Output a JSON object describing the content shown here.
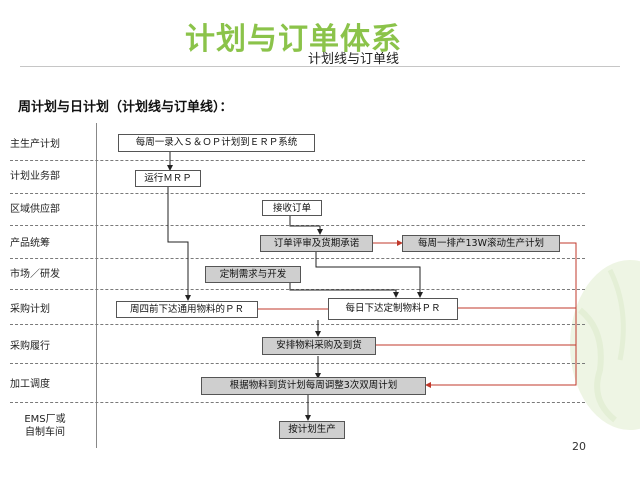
{
  "title": "计划与订单体系",
  "subtitle": "计划线与订单线",
  "heading": "周计划与日计划（计划线与订单线）：",
  "lanes": [
    "主生产计划",
    "计划业务部",
    "区域供应部",
    "产品统筹",
    "市场／研发",
    "采购计划",
    "采购履行",
    "加工调度",
    "EMS厂或\n自制车间"
  ],
  "boxes": {
    "weekly_sop": "每周一录入Ｓ＆ＯＰ计划到ＥＲＰ系统",
    "run_mrp": "运行ＭＲＰ",
    "receive_order": "接收订单",
    "order_review": "订单评审及货期承诺",
    "weekly_rolling": "每周一排产13W滚动生产计划",
    "custom_demand": "定制需求与开发",
    "thursday_pr": "周四前下达通用物料的ＰＲ",
    "daily_pr": "每日下达定制物料ＰＲ",
    "arrange_purchase": "安排物料采购及到货",
    "adjust_plan": "根据物料到货计划每周调整3次双周计划",
    "produce": "按计划生产"
  },
  "page_number": "20",
  "colors": {
    "title_green": "#8bc34a",
    "arrow_red": "#c0392b",
    "arrow_black": "#222222",
    "gray_box": "#cfcfcf"
  }
}
